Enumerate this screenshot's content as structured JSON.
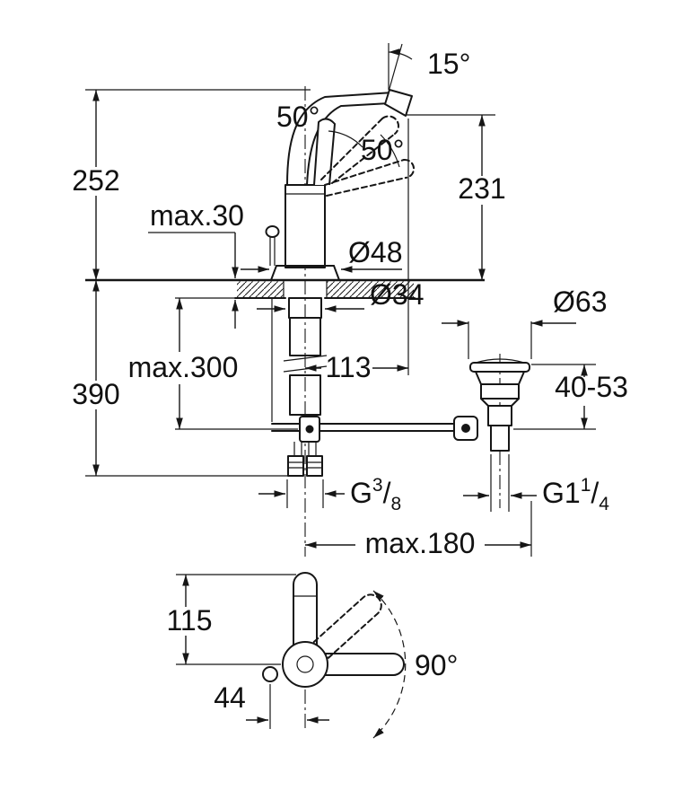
{
  "page": {
    "background": "#ffffff",
    "line_color": "#161616",
    "drawing_type": "faucet dimensional technical drawing"
  },
  "side_view": {
    "labels": {
      "aerator_angle": "15°",
      "lever_open_angle": "50°",
      "lever_open_angle_2": "50°",
      "spout_height": "252",
      "outlet_height": "231",
      "deck_thickness": "max.30",
      "base_diameter": "Ø48",
      "shank_diameter": "Ø34",
      "hose_length": "max.300",
      "below_deck_height": "390",
      "spout_reach": "113",
      "waste_diameter": "Ø63",
      "waste_height_range": "40-53",
      "hose_thread": {
        "prefix": "G",
        "sup": "3",
        "slash": "/",
        "sub": "8"
      },
      "waste_thread": {
        "prefix": "G1",
        "sup": "1",
        "slash": "/",
        "sub": "4"
      },
      "rod_reach": "max.180"
    }
  },
  "plan_view": {
    "labels": {
      "spout_depth": "115",
      "swivel_angle": "90°",
      "rod_offset": "44"
    }
  }
}
